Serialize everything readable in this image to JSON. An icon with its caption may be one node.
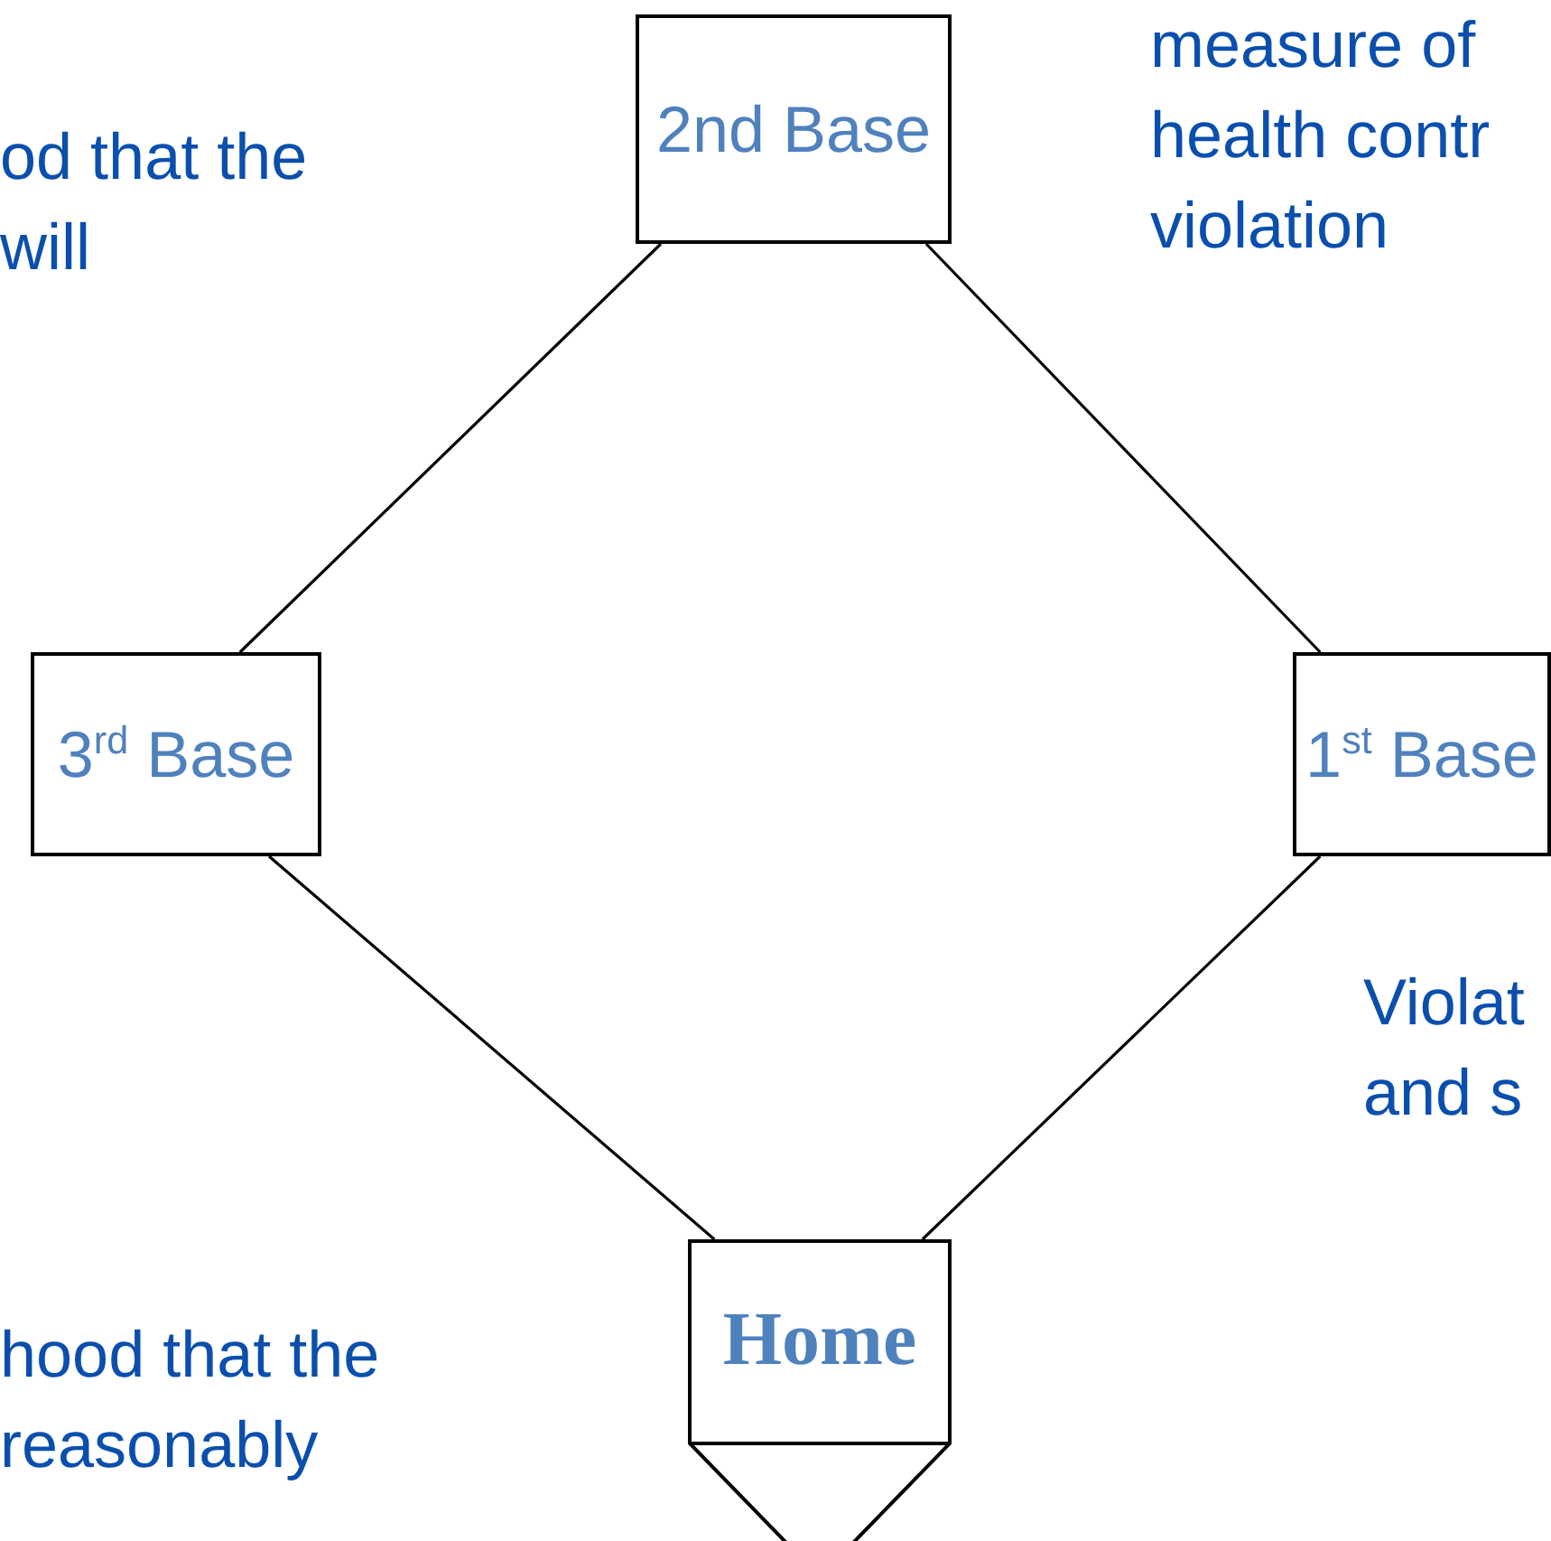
{
  "diagram": {
    "nodes": [
      {
        "text": [
          "2nd Base"
        ]
      },
      {
        "text": [
          "3$^{rd}$ Base"
        ]
      },
      {
        "text": [
          "1$^{st}$ Base"
        ]
      },
      {
        "text": [
          "Home"
        ]
      }
    ],
    "edges": [
      {
        "from": 0,
        "to": 1,
        "arrow": "none"
      },
      {
        "from": 0,
        "to": 2,
        "arrow": "none"
      },
      {
        "from": 1,
        "to": 3,
        "arrow": "none"
      },
      {
        "from": 2,
        "to": 3,
        "arrow": "none"
      }
    ],
    "labels": [
      "od that the will",
      "measure of health contr violation",
      "Violat and s",
      "hood that the reasonably"
    ]
  }
}
